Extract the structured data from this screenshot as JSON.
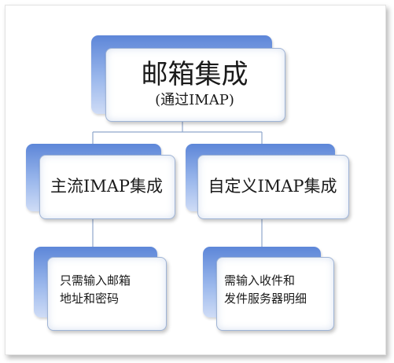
{
  "diagram": {
    "root": {
      "title": "邮箱集成",
      "subtitle": "(通过IMAP)"
    },
    "branches": [
      {
        "label": "主流IMAP集成",
        "leaf": {
          "lines": [
            "只需输入邮箱",
            "地址和密码"
          ]
        }
      },
      {
        "label": "自定义IMAP集成",
        "leaf": {
          "lines": [
            "需输入收件和",
            "发件服务器明细"
          ]
        }
      }
    ],
    "colors": {
      "tab_top": "#5d86d8",
      "tab_bottom": "#cfdcf6",
      "card_border": "#9fb4d6",
      "connector": "#8fa6cc"
    }
  }
}
